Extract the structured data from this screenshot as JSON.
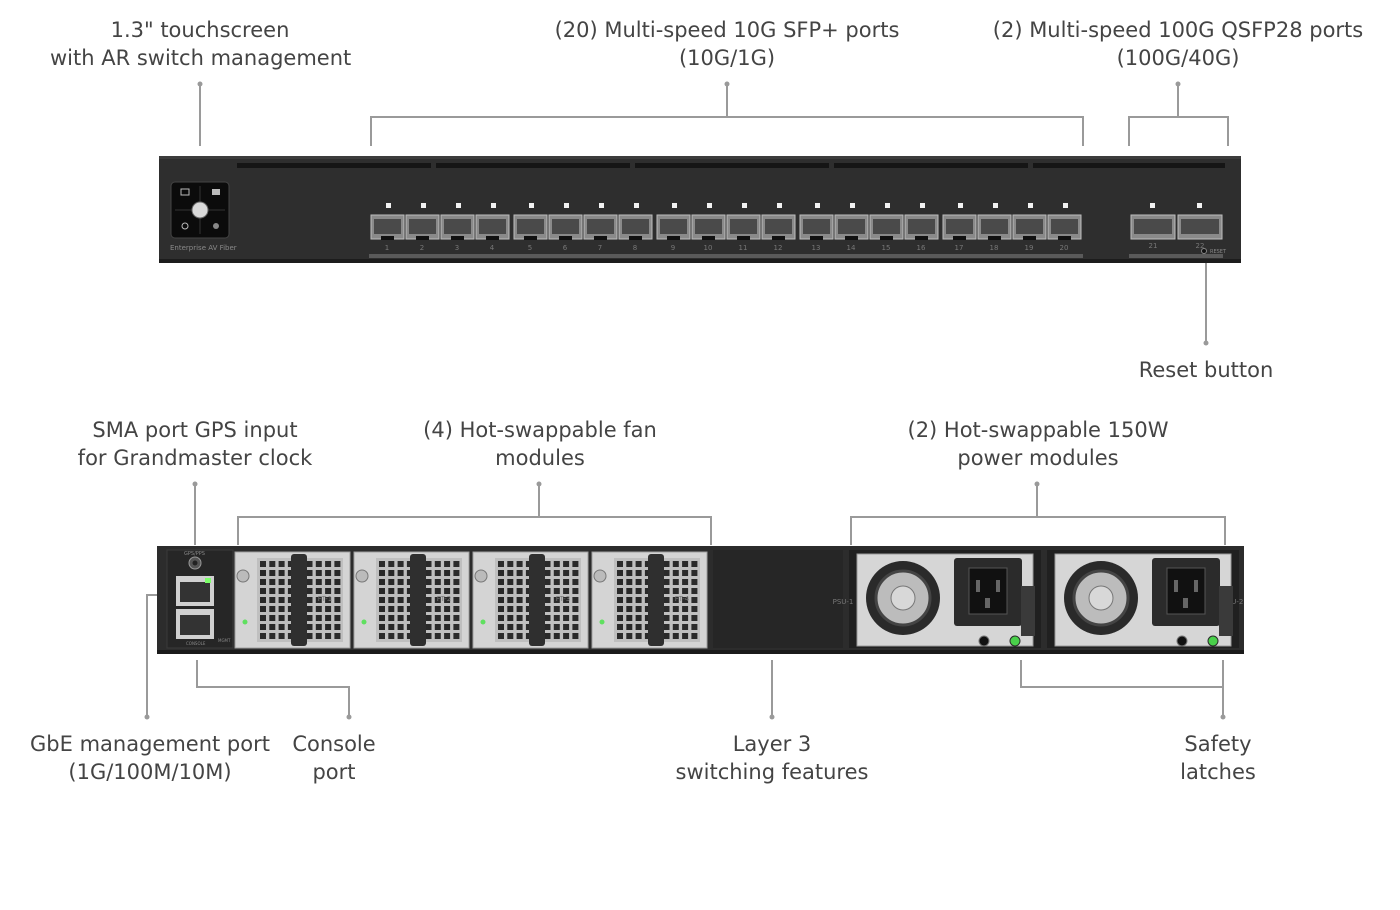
{
  "front": {
    "callouts": {
      "touchscreen": [
        "1.3\" touchscreen",
        "with AR switch management"
      ],
      "sfp_ports": [
        "(20) Multi-speed 10G SFP+ ports",
        "(10G/1G)"
      ],
      "qsfp_ports": [
        "(2) Multi-speed 100G QSFP28 ports",
        "(100G/40G)"
      ],
      "reset": [
        "Reset button"
      ]
    },
    "brand_text": "Enterprise AV Fiber",
    "reset_text": "RESET",
    "sfp_port_numbers": [
      "1",
      "2",
      "3",
      "4",
      "5",
      "6",
      "7",
      "8",
      "9",
      "10",
      "11",
      "12",
      "13",
      "14",
      "15",
      "16",
      "17",
      "18",
      "19",
      "20"
    ],
    "qsfp_port_numbers": [
      "21",
      "22"
    ]
  },
  "rear": {
    "callouts": {
      "sma": [
        "SMA port GPS input",
        "for Grandmaster clock"
      ],
      "fans": [
        "(4) Hot-swappable fan",
        "modules"
      ],
      "psu": [
        "(2) Hot-swappable 150W",
        "power modules"
      ],
      "mgmt": [
        "GbE management port",
        "(1G/100M/10M)"
      ],
      "console": [
        "Console",
        "port"
      ],
      "layer3": [
        "Layer 3",
        "switching features"
      ],
      "latches": [
        "Safety",
        "latches"
      ]
    },
    "sma_text": "GPS/PPS",
    "console_text": "CONSOLE",
    "mgmt_text": "MGMT",
    "fan_labels": [
      "FT-1",
      "FT-2",
      "FT-3",
      "FT-4"
    ],
    "psu_labels": [
      "PSU-1",
      "PSU-2"
    ]
  },
  "colors": {
    "chassis": "#2b2b2b",
    "line": "#999999",
    "led": "#7dff6a",
    "metal": "#cfcfcf"
  }
}
